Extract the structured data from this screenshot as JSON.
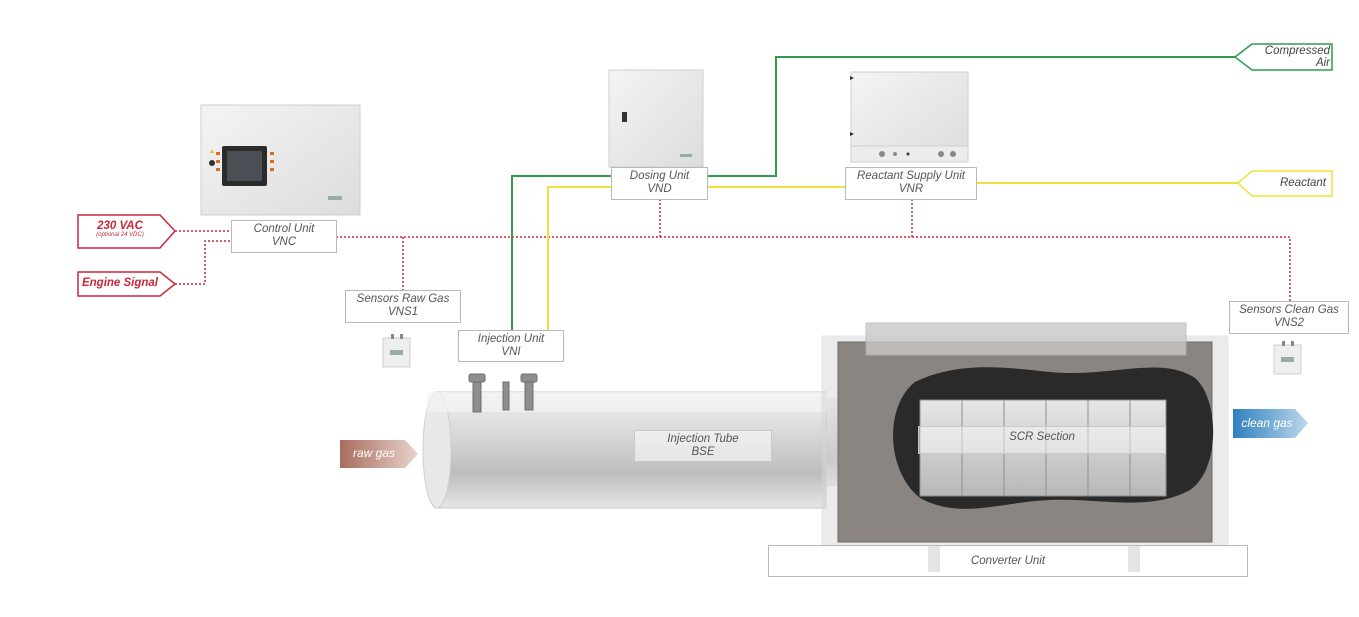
{
  "inputs": {
    "power": {
      "label": "230 VAC",
      "sublabel": "(optional 24 VDC)"
    },
    "engine_signal": "Engine Signal",
    "compressed_air": {
      "line1": "Compressed",
      "line2": "Air"
    },
    "reactant": "Reactant"
  },
  "units": {
    "control": {
      "name": "Control Unit",
      "code": "VNC"
    },
    "dosing": {
      "name": "Dosing Unit",
      "code": "VND"
    },
    "reactant_supply": {
      "name": "Reactant Supply Unit",
      "code": "VNR"
    },
    "sensors_raw": {
      "name": "Sensors Raw Gas",
      "code": "VNS1"
    },
    "sensors_clean": {
      "name": "Sensors Clean Gas",
      "code": "VNS2"
    },
    "injection": {
      "name": "Injection Unit",
      "code": "VNI"
    },
    "injection_tube": {
      "name": "Injection Tube",
      "code": "BSE"
    },
    "scr_section": "SCR Section",
    "converter": "Converter Unit"
  },
  "flows": {
    "raw_gas": "raw gas",
    "clean_gas": "clean gas"
  },
  "colors": {
    "signal_line": "#c8283a",
    "air_line": "#2e9e4a",
    "reactant_line": "#f0e23a",
    "raw_gas_arrow": "#b47a6a",
    "clean_gas_arrow": "#3f8ec8"
  }
}
